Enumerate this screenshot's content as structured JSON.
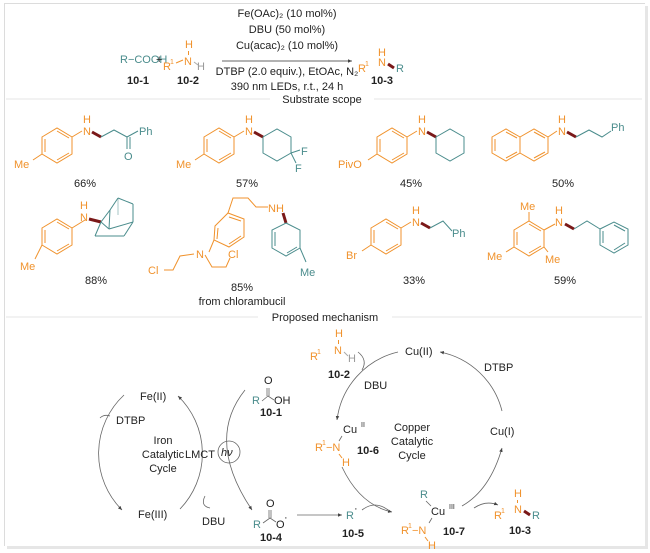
{
  "reaction": {
    "reactant1": {
      "label": "R−COOH",
      "id": "10-1"
    },
    "plus": "+",
    "reactant2": {
      "id": "10-2",
      "R": "R",
      "sup": "1",
      "N": "N",
      "H_top": "H",
      "H_right": "H"
    },
    "conditions_above": [
      "Fe(OAc)₂ (10 mol%)",
      "DBU (50 mol%)",
      "Cu(acac)₂ (10 mol%)"
    ],
    "conditions_below": [
      "DTBP (2.0 equiv.), EtOAc, N₂",
      "390 nm LEDs, r.t., 24 h"
    ],
    "product": {
      "id": "10-3",
      "R1": "R",
      "sup": "1",
      "N": "N",
      "H": "H",
      "R": "R"
    }
  },
  "sections": {
    "scope_title": "Substrate scope",
    "mechanism_title": "Proposed mechanism"
  },
  "substrates": [
    {
      "yield": "66%",
      "substituent": "Me",
      "alkyl_label": "Ph",
      "extra": "O",
      "N": "N",
      "H": "H"
    },
    {
      "yield": "57%",
      "substituent": "Me",
      "alkyl_label": "F",
      "extra": "F",
      "N": "N",
      "H": "H"
    },
    {
      "yield": "45%",
      "substituent": "PivO",
      "N": "N",
      "H": "H"
    },
    {
      "yield": "50%",
      "alkyl_label": "Ph",
      "N": "N",
      "H": "H"
    },
    {
      "yield": "88%",
      "substituent": "Me",
      "N": "N",
      "H": "H"
    },
    {
      "yield": "85%",
      "note": "from chlorambucil",
      "Cl1": "Cl",
      "Cl2": "Cl",
      "N": "N",
      "NH": "NH",
      "substituent": "Me"
    },
    {
      "yield": "33%",
      "substituent": "Br",
      "alkyl_label": "Ph",
      "N": "N",
      "H": "H"
    },
    {
      "yield": "59%",
      "substituent_top": "Me",
      "substituent_left": "Me",
      "substituent_bottom": "Me",
      "N": "N",
      "H": "H"
    }
  ],
  "mechanism": {
    "iron_cycle": {
      "title_lines": [
        "Iron",
        "Catalytic",
        "Cycle"
      ],
      "fe2": "Fe(II)",
      "fe3": "Fe(III)",
      "oxidant": "DTBP",
      "base": "DBU",
      "lmct": "LMCT",
      "light": "hν"
    },
    "copper_cycle": {
      "title_lines": [
        "Copper",
        "Catalytic",
        "Cycle"
      ],
      "cu2": "Cu(II)",
      "cu1": "Cu(I)",
      "oxidant": "DTBP",
      "base": "DBU"
    },
    "species": {
      "s10_1": {
        "id": "10-1",
        "R": "R",
        "O": "O",
        "OH": "OH"
      },
      "s10_2": {
        "id": "10-2",
        "R": "R",
        "sup": "1",
        "N": "N",
        "H1": "H",
        "H2": "H"
      },
      "s10_4": {
        "id": "10-4",
        "R": "R",
        "O1": "O",
        "O2": "O",
        "dot": "·"
      },
      "s10_5": {
        "id": "10-5",
        "R": "R",
        "dot": "·"
      },
      "s10_6": {
        "id": "10-6",
        "R": "R",
        "sup": "1",
        "N": "−N",
        "H": "H",
        "Cu": "Cu",
        "Cu_ox": "II"
      },
      "s10_7": {
        "id": "10-7",
        "R": "R",
        "R1": "R",
        "sup": "1",
        "N": "−N",
        "H": "H",
        "Cu": "Cu",
        "Cu_ox": "III"
      },
      "s10_3": {
        "id": "10-3",
        "R1": "R",
        "sup": "1",
        "N": "N",
        "H": "H",
        "R": "R"
      }
    }
  },
  "colors": {
    "amine": "#f0922c",
    "alkyl": "#4a8c8c",
    "new_bond": "#7a1818",
    "text": "#222222"
  }
}
